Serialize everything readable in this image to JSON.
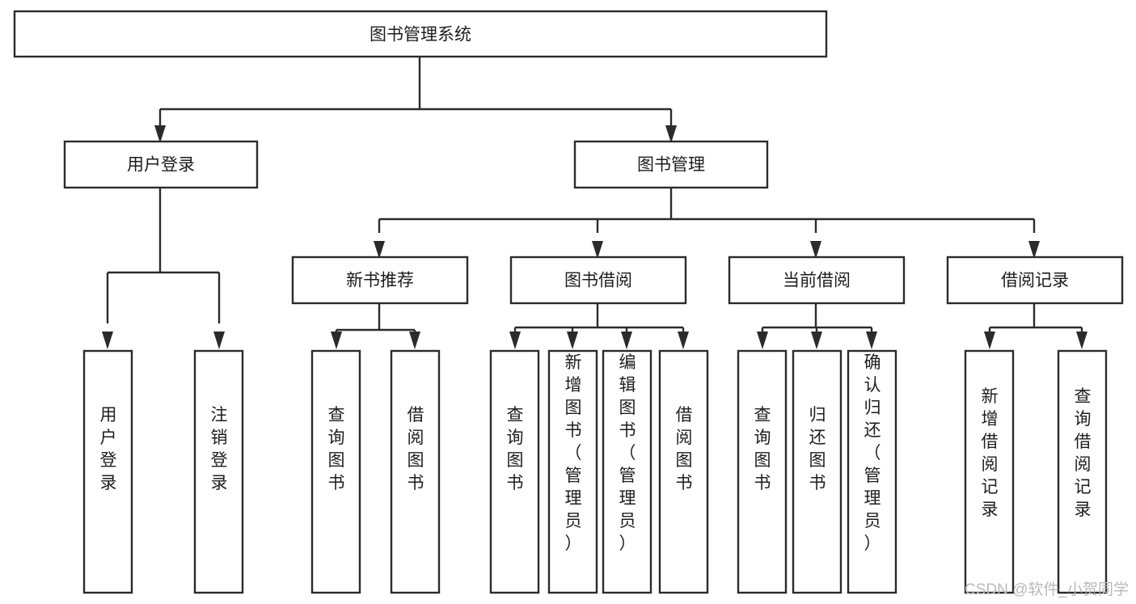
{
  "diagram": {
    "type": "tree-hierarchy-chart",
    "title": "图书管理系统",
    "orientation": "top-down",
    "colors": {
      "background": "#ffffff",
      "box_fill": "#ffffff",
      "line": "#2b2b2b",
      "text": "#1d1d1d",
      "watermark": "#b9b9b9"
    },
    "root": {
      "label": "图书管理系统"
    },
    "level2": [
      {
        "label": "用户登录"
      },
      {
        "label": "图书管理"
      }
    ],
    "level3": [
      {
        "label": "新书推荐"
      },
      {
        "label": "图书借阅"
      },
      {
        "label": "当前借阅"
      },
      {
        "label": "借阅记录"
      }
    ],
    "leaves": {
      "user_login": [
        {
          "label": "用户登录"
        },
        {
          "label": "注销登录"
        }
      ],
      "new_book_recommend": [
        {
          "label": "查询图书"
        },
        {
          "label": "借阅图书"
        }
      ],
      "book_borrow": [
        {
          "label": "查询图书"
        },
        {
          "label": "新增图书（管理员）"
        },
        {
          "label": "编辑图书（管理员）"
        },
        {
          "label": "借阅图书"
        }
      ],
      "current_borrow": [
        {
          "label": "查询图书"
        },
        {
          "label": "归还图书"
        },
        {
          "label": "确认归还（管理员）"
        }
      ],
      "borrow_record": [
        {
          "label": "新增借阅记录"
        },
        {
          "label": "查询借阅记录"
        }
      ]
    }
  },
  "watermark": {
    "text": "CSDN @软件_小贺同学"
  }
}
